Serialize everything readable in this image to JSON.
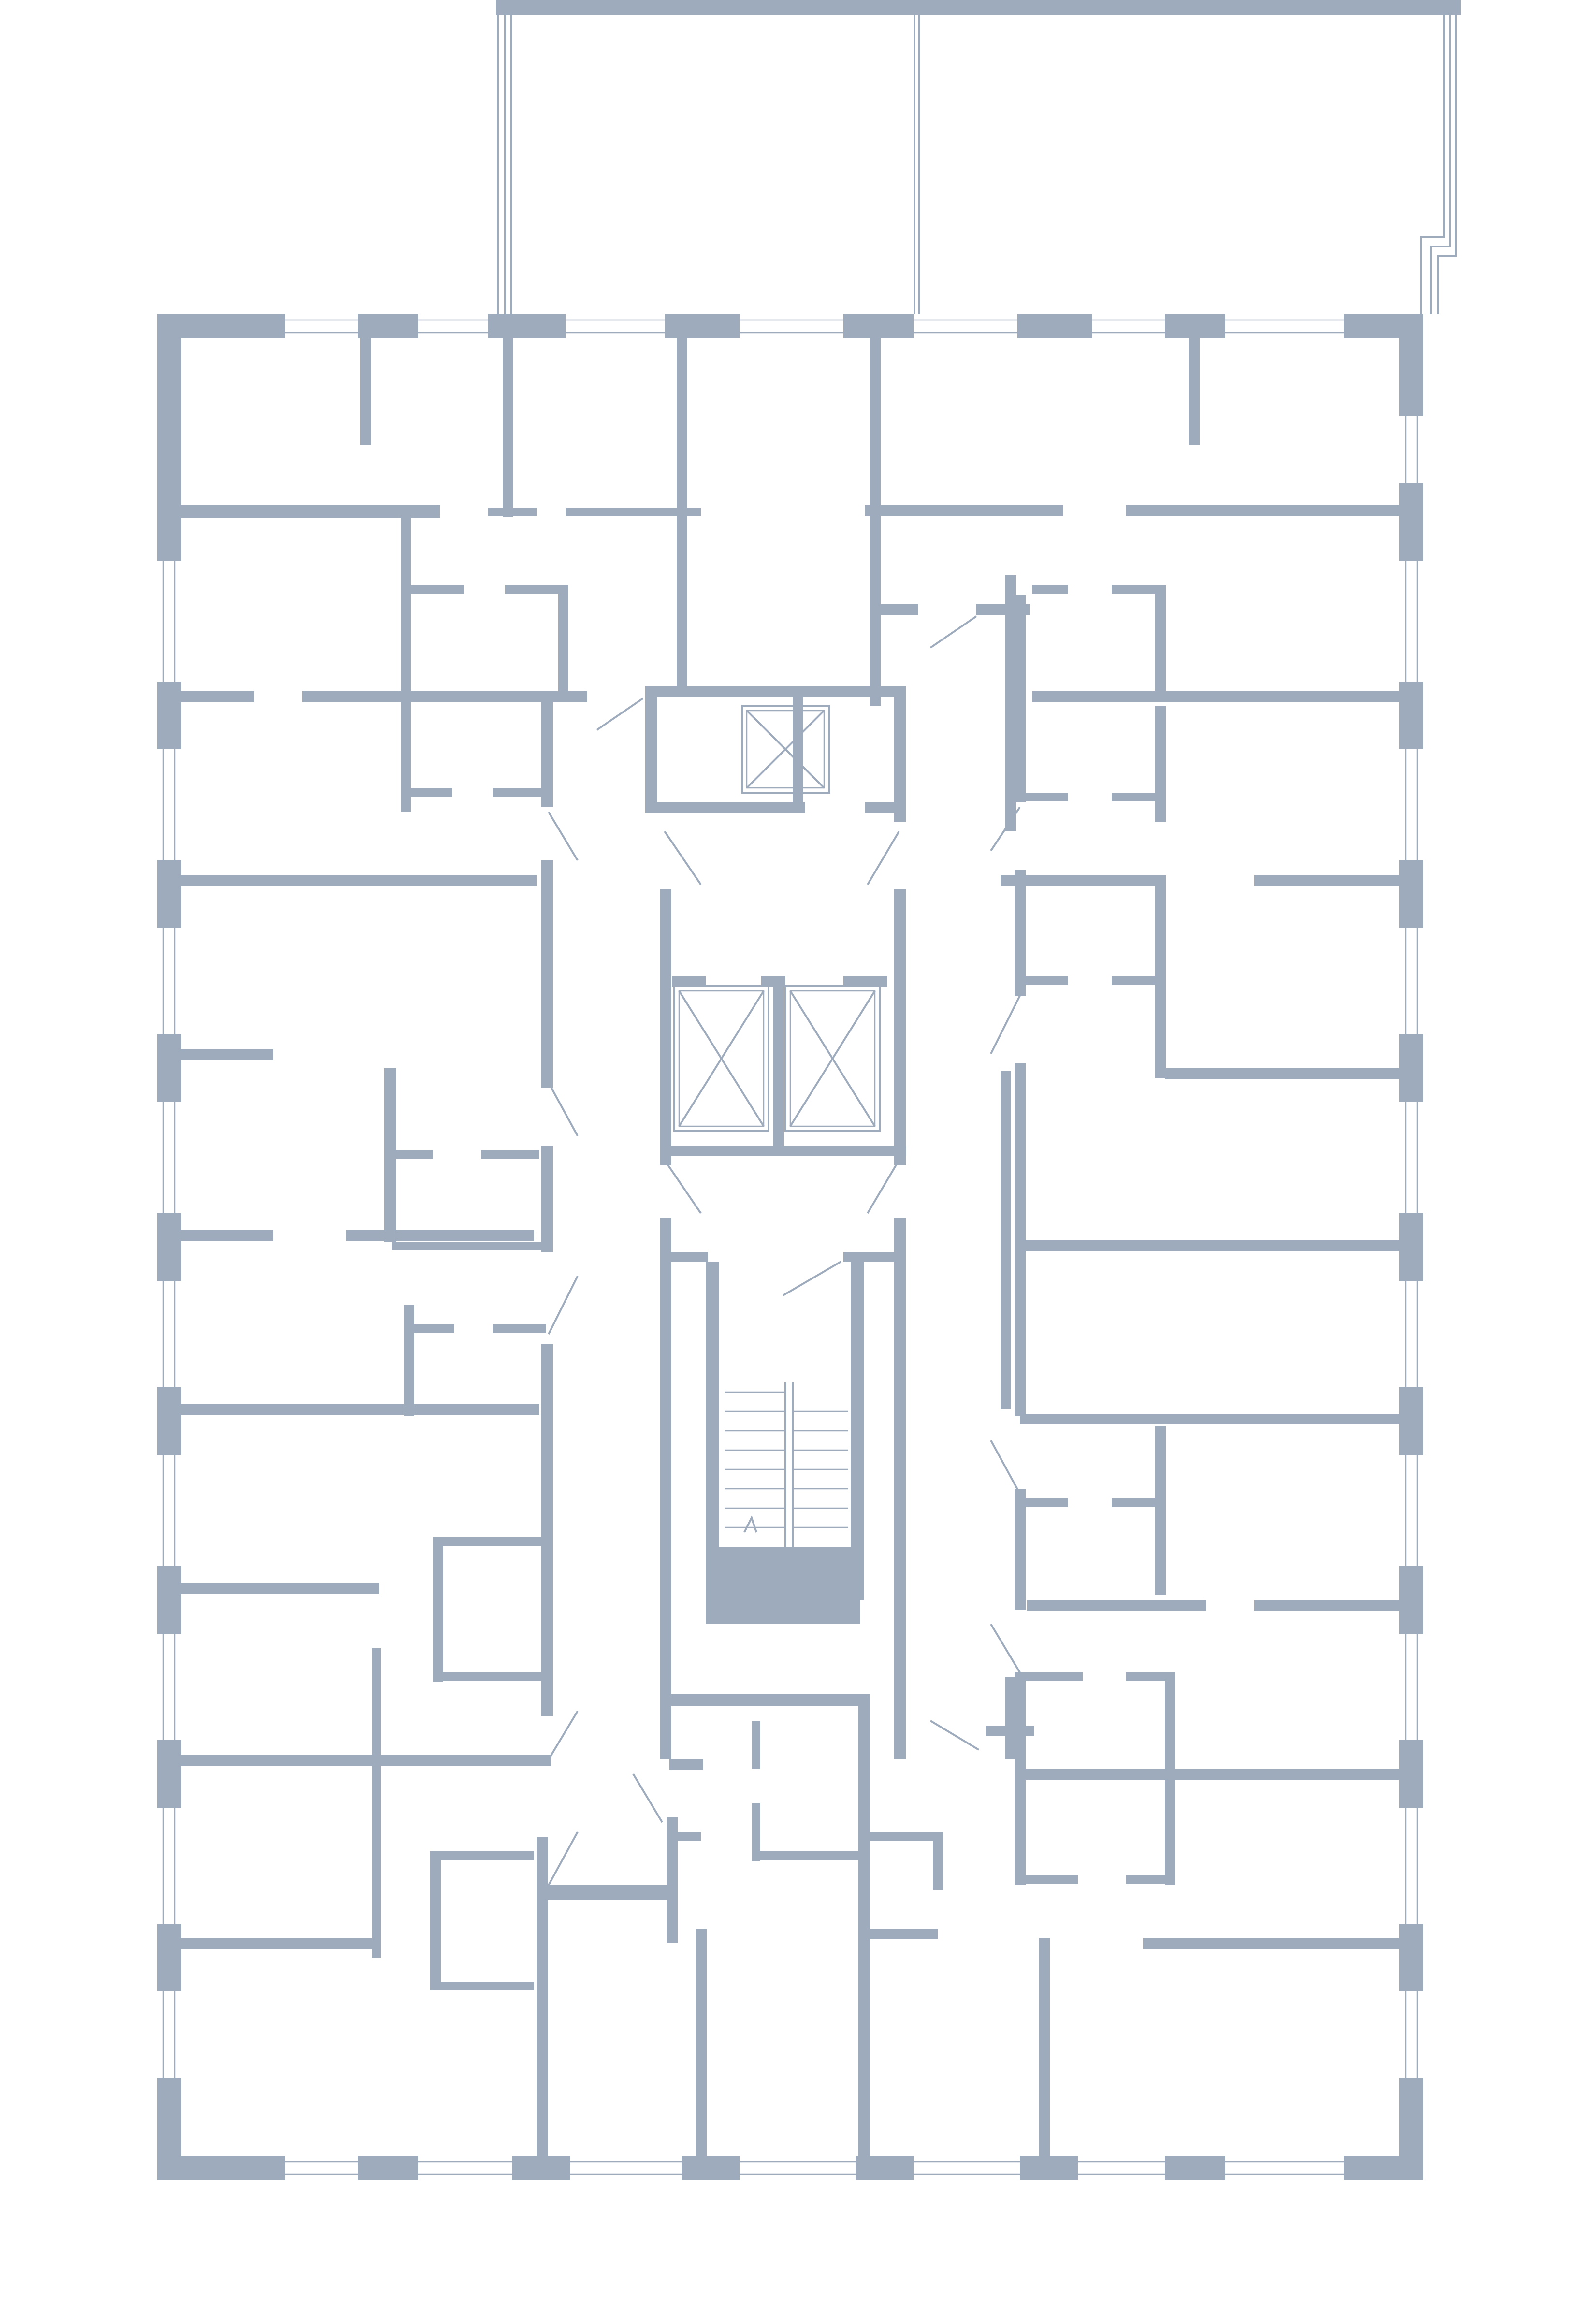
{
  "plan": {
    "wall_color": "#9eabbc",
    "background_color": "#ffffff",
    "elevators": [
      {
        "kind": "elevator-shaft",
        "symbol": "crossed-box"
      },
      {
        "kind": "elevator-shaft",
        "symbol": "crossed-box"
      },
      {
        "kind": "elevator-shaft",
        "symbol": "crossed-box"
      }
    ],
    "stairwell": {
      "kind": "stair",
      "symbol": "stair-treads"
    }
  }
}
